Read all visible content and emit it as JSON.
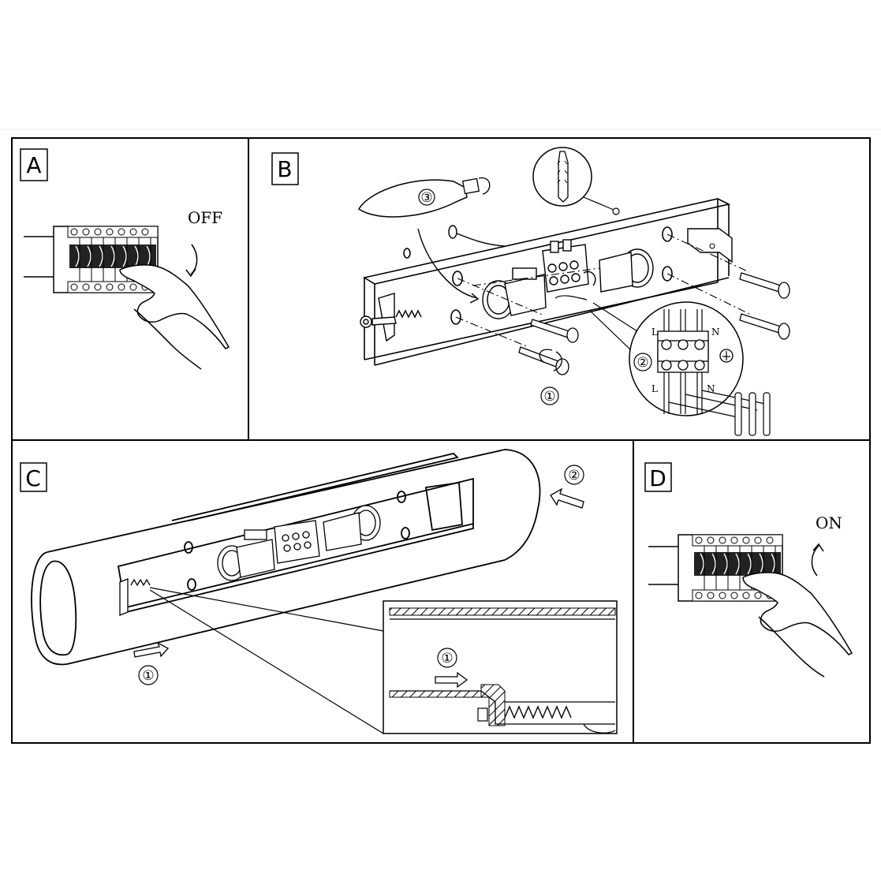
{
  "panels": {
    "a": {
      "label": "A",
      "state": "OFF"
    },
    "b": {
      "label": "B",
      "steps": [
        "①",
        "②",
        "③"
      ],
      "terminals": [
        "L",
        "N",
        "L",
        "N"
      ]
    },
    "c": {
      "label": "C",
      "steps": [
        "①",
        "②",
        "①"
      ]
    },
    "d": {
      "label": "D",
      "state": "ON"
    }
  }
}
